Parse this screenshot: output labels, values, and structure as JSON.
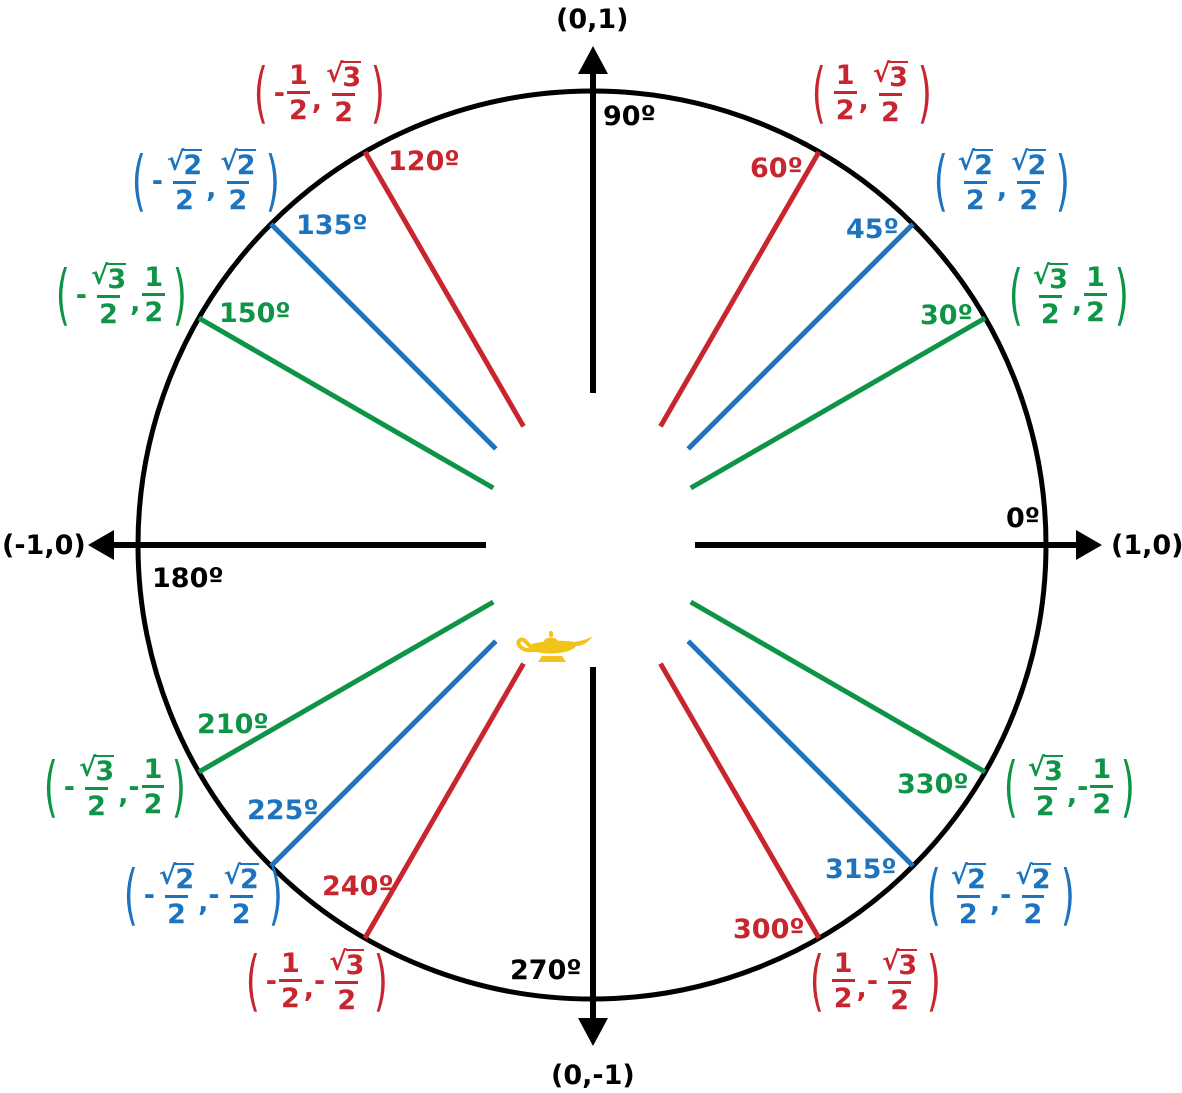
{
  "colors": {
    "axis": "#000000",
    "circle": "#000000",
    "red": "#c8262e",
    "blue": "#1e73be",
    "green": "#0d9446",
    "lamp": "#f2c31b"
  },
  "axes": {
    "top": "(0,1)",
    "bottom": "(0,-1)",
    "left": "(-1,0)",
    "right": "(1,0)"
  },
  "angles": [
    {
      "deg": 0,
      "label": "0º",
      "color": "axis",
      "x": "",
      "y": ""
    },
    {
      "deg": 30,
      "label": "30º",
      "color": "green",
      "x": [
        "",
        "√3",
        "2"
      ],
      "y": [
        "",
        "1",
        "2"
      ]
    },
    {
      "deg": 45,
      "label": "45º",
      "color": "blue",
      "x": [
        "",
        "√2",
        "2"
      ],
      "y": [
        "",
        "√2",
        "2"
      ]
    },
    {
      "deg": 60,
      "label": "60º",
      "color": "red",
      "x": [
        "",
        "1",
        "2"
      ],
      "y": [
        "",
        "√3",
        "2"
      ]
    },
    {
      "deg": 90,
      "label": "90º",
      "color": "axis",
      "x": "",
      "y": ""
    },
    {
      "deg": 120,
      "label": "120º",
      "color": "red",
      "x": [
        "-",
        "1",
        "2"
      ],
      "y": [
        "",
        "√3",
        "2"
      ]
    },
    {
      "deg": 135,
      "label": "135º",
      "color": "blue",
      "x": [
        "-",
        "√2",
        "2"
      ],
      "y": [
        "",
        "√2",
        "2"
      ]
    },
    {
      "deg": 150,
      "label": "150º",
      "color": "green",
      "x": [
        "-",
        "√3",
        "2"
      ],
      "y": [
        "",
        "1",
        "2"
      ]
    },
    {
      "deg": 180,
      "label": "180º",
      "color": "axis",
      "x": "",
      "y": ""
    },
    {
      "deg": 210,
      "label": "210º",
      "color": "green",
      "x": [
        "-",
        "√3",
        "2"
      ],
      "y": [
        "-",
        "1",
        "2"
      ]
    },
    {
      "deg": 225,
      "label": "225º",
      "color": "blue",
      "x": [
        "-",
        "√2",
        "2"
      ],
      "y": [
        "-",
        "√2",
        "2"
      ]
    },
    {
      "deg": 240,
      "label": "240º",
      "color": "red",
      "x": [
        "-",
        "1",
        "2"
      ],
      "y": [
        "-",
        "√3",
        "2"
      ]
    },
    {
      "deg": 270,
      "label": "270º",
      "color": "axis",
      "x": "",
      "y": ""
    },
    {
      "deg": 300,
      "label": "300º",
      "color": "red",
      "x": [
        "",
        "1",
        "2"
      ],
      "y": [
        "-",
        "√3",
        "2"
      ]
    },
    {
      "deg": 315,
      "label": "315º",
      "color": "blue",
      "x": [
        "",
        "√2",
        "2"
      ],
      "y": [
        "-",
        "√2",
        "2"
      ]
    },
    {
      "deg": 330,
      "label": "330º",
      "color": "green",
      "x": [
        "",
        "√3",
        "2"
      ],
      "y": [
        "-",
        "1",
        "2"
      ]
    }
  ],
  "icons": {
    "center": "genie-lamp-icon"
  }
}
